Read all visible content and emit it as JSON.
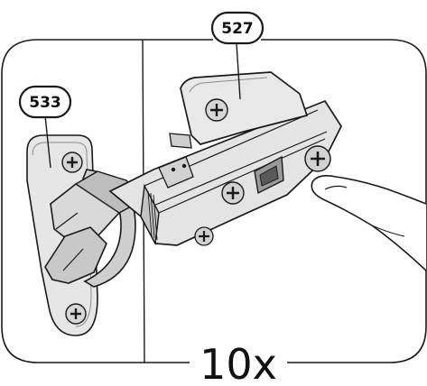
{
  "callouts": {
    "cabinet_plate_part": "527",
    "door_plate_part": "533"
  },
  "quantity": "10x",
  "colors": {
    "line": "#1a1a1a",
    "metal_light": "#e6e6e6",
    "metal_mid": "#cfcfcf",
    "metal_dark": "#a8a8a8",
    "background": "#ffffff"
  }
}
